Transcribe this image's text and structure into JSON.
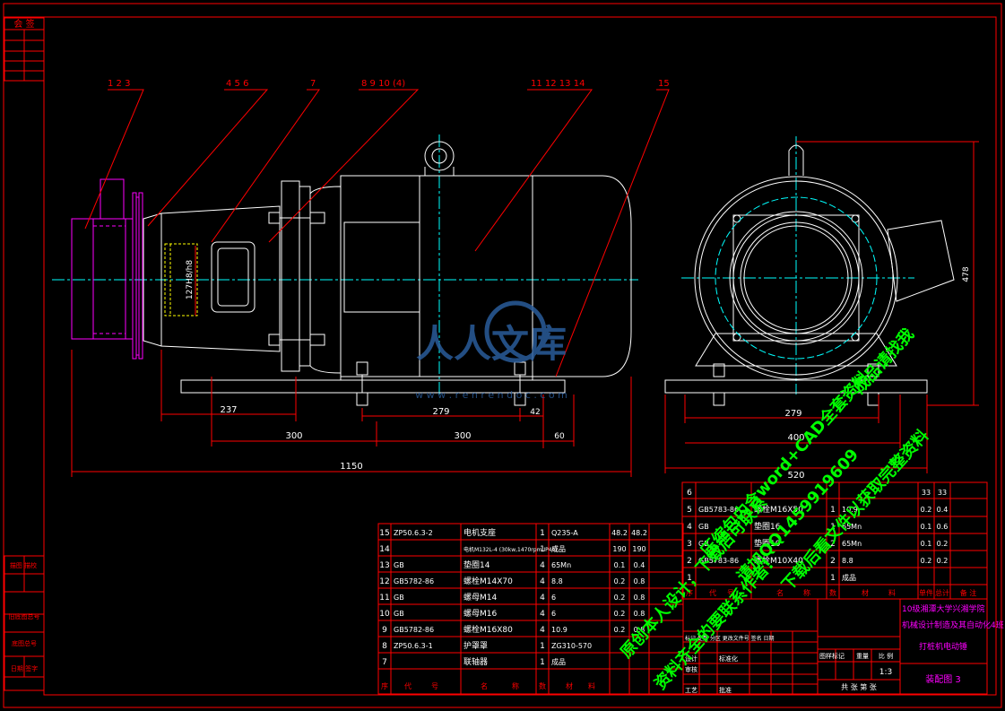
{
  "frame": {
    "side_header": "会 签"
  },
  "leaders": {
    "l1": "1 2 3",
    "l2": "4 5 6",
    "l3": "7",
    "l4": "8 9 10 (4)",
    "l5": "11 12 13 14",
    "l6": "15"
  },
  "dims": {
    "front": {
      "d237": "237",
      "d279": "279",
      "d42": "42",
      "d300a": "300",
      "d300b": "300",
      "d60": "60",
      "d1150": "1150",
      "vertical": "127H8/h8"
    },
    "side": {
      "d279": "279",
      "d400": "400",
      "d520": "520",
      "height": "478"
    }
  },
  "bom_right": {
    "rows": [
      {
        "no": "6",
        "code": "",
        "name": "",
        "qty": "",
        "material": "",
        "w1": "33",
        "w2": "33"
      },
      {
        "no": "5",
        "code": "GB5783-86",
        "name": "螺栓M16X50",
        "qty": "1",
        "material": "10.9",
        "w1": "0.2",
        "w2": "0.4"
      },
      {
        "no": "4",
        "code": "GB",
        "name": "垫圈16",
        "qty": "1",
        "material": "65Mn",
        "w1": "0.1",
        "w2": "0.6"
      },
      {
        "no": "3",
        "code": "GB",
        "name": "垫圈10",
        "qty": "2",
        "material": "65Mn",
        "w1": "0.1",
        "w2": "0.2"
      },
      {
        "no": "2",
        "code": "GB5783-86",
        "name": "螺栓M10X40",
        "qty": "2",
        "material": "8.8",
        "w1": "0.2",
        "w2": "0.2"
      },
      {
        "no": "1",
        "code": "",
        "name": "",
        "qty": "1",
        "material": "成品",
        "w1": "",
        "w2": ""
      }
    ],
    "header": [
      "序",
      "代",
      "号",
      "名",
      "称",
      "数",
      "材",
      "料",
      "单件",
      "总计",
      "备 注"
    ]
  },
  "bom_left": {
    "rows": [
      {
        "no": "15",
        "code": "ZP50.6.3-2",
        "name": "电机支座",
        "qty": "1",
        "material": "Q235-A",
        "w1": "48.2",
        "w2": "48.2"
      },
      {
        "no": "14",
        "code": "",
        "name": "电机M132L-4 (30kw,1470rpm,IP44)",
        "qty": "1",
        "material": "成品",
        "w1": "190",
        "w2": "190"
      },
      {
        "no": "13",
        "code": "GB",
        "name": "垫圈14",
        "qty": "4",
        "material": "65Mn",
        "w1": "0.1",
        "w2": "0.4"
      },
      {
        "no": "12",
        "code": "GB5782-86",
        "name": "螺栓M14X70",
        "qty": "4",
        "material": "8.8",
        "w1": "0.2",
        "w2": "0.8"
      },
      {
        "no": "11",
        "code": "GB",
        "name": "螺母M14",
        "qty": "4",
        "material": "6",
        "w1": "0.2",
        "w2": "0.8"
      },
      {
        "no": "10",
        "code": "GB",
        "name": "螺母M16",
        "qty": "4",
        "material": "6",
        "w1": "0.2",
        "w2": "0.8"
      },
      {
        "no": "9",
        "code": "GB5782-86",
        "name": "螺栓M16X80",
        "qty": "4",
        "material": "10.9",
        "w1": "0.2",
        "w2": "0.8"
      },
      {
        "no": "8",
        "code": "ZP50.6.3-1",
        "name": "护罩罩",
        "qty": "1",
        "material": "ZG310-570",
        "w1": "",
        "w2": ""
      },
      {
        "no": "7",
        "code": "",
        "name": "联轴器",
        "qty": "1",
        "material": "成品",
        "w1": "",
        "w2": ""
      }
    ],
    "header": [
      "序",
      "代",
      "号",
      "名",
      "称",
      "数",
      "材",
      "料",
      "",
      "",
      ""
    ]
  },
  "title_block": {
    "title": "10级湘潭大学兴湘学院",
    "subtitle": "机械设计制造及其自动化4班",
    "part_name": "打桩机电动锤",
    "drawing_no": "装配图 3",
    "stage_label": "图样标记",
    "weight_label": "重量",
    "scale_label": "比 例",
    "scale": "1:3",
    "sheet_row": "共   张   第   张",
    "change_row": "标记 处数 分区 更改文件号 签名 日期",
    "design": "设计",
    "std": "标准化",
    "process": "工艺",
    "check": "审核",
    "approve": "批准"
  },
  "left_strip": {
    "a": "描图 描校",
    "b": "旧底图总号",
    "c": "底图总号",
    "d": "日期 签字"
  },
  "watermark": {
    "brand_cn": "人人文库",
    "site": "w w w . r e n r e n d o c . c o m",
    "green1": "压缩包内含word+CAD全套资料",
    "green2": "请加QQ1459919609",
    "green3": "下载后看文件以获取完整资料",
    "green4": "原创本人设计，下载后可联系",
    "green5": "资料齐全的要联系作者!",
    "green6": "成品请找我"
  },
  "colors": {
    "frame": "#ff0000",
    "white": "#ffffff",
    "cyan": "#00ffff",
    "magenta": "#ff00ff",
    "yellow": "#ffff00",
    "green": "#00ff00",
    "watermark_blue": "#2a5c9a"
  }
}
